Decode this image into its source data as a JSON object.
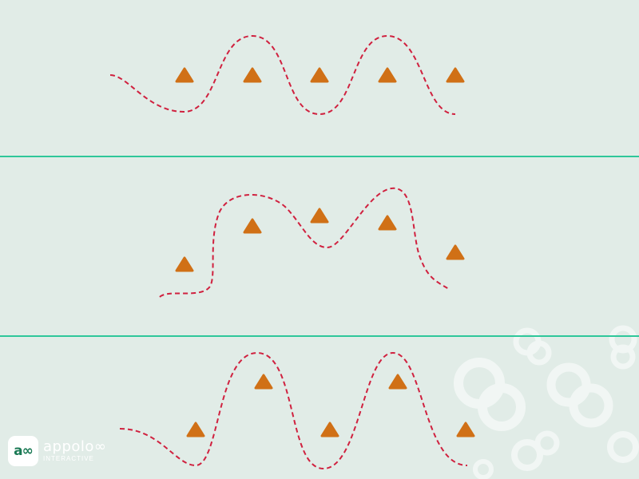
{
  "colors": {
    "background": "#e1ece7",
    "divider": "#2ec79a",
    "path": "#d0213f",
    "cone": "#d07016",
    "watermark": "#ffffff"
  },
  "drills": [
    {
      "name": "drill-1",
      "path_shape": "slalom-wave",
      "cone_count": 5
    },
    {
      "name": "drill-2",
      "path_shape": "weave",
      "cone_count": 5
    },
    {
      "name": "drill-3",
      "path_shape": "deep-slalom",
      "cone_count": 5
    }
  ],
  "brand": {
    "logo_text": "a∞",
    "name": "appolo∞",
    "subtitle": "INTERACTIVE"
  },
  "icons": {
    "cone": "cone-icon",
    "watermark": "infinity-ring-icon"
  }
}
